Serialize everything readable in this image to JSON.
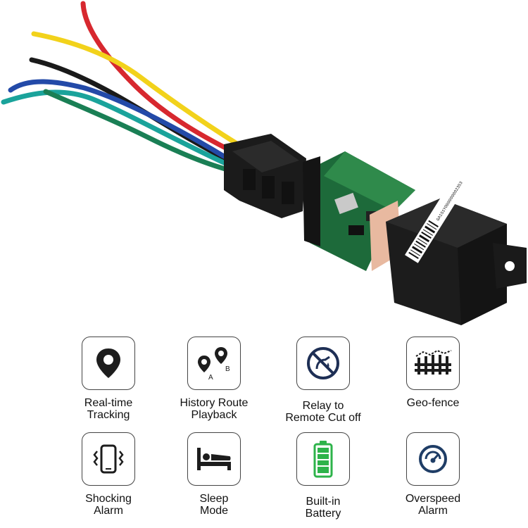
{
  "product": {
    "label_code": "GA1S1YO00000002353"
  },
  "features": [
    {
      "icon": "map-pin-icon",
      "line1": "Real-time",
      "line2": "Tracking"
    },
    {
      "icon": "route-ab-icon",
      "line1": "History Route",
      "line2": "Playback"
    },
    {
      "icon": "fuel-cut-icon",
      "line1": "Relay to",
      "line2": "Remote Cut off"
    },
    {
      "icon": "fence-icon",
      "line1": "Geo-fence",
      "line2": ""
    },
    {
      "icon": "vibrating-phone-icon",
      "line1": "Shocking",
      "line2": "Alarm"
    },
    {
      "icon": "bed-icon",
      "line1": "Sleep",
      "line2": "Mode"
    },
    {
      "icon": "battery-icon",
      "line1": "Built-in",
      "line2": "Battery"
    },
    {
      "icon": "speedometer-icon",
      "line1": "Overspeed",
      "line2": "Alarm"
    }
  ],
  "colors": {
    "battery_green": "#2db34a",
    "icon_dark": "#1d1d1d",
    "speedometer_blue": "#1f3d66",
    "cutoff_navy": "#1e2f55"
  }
}
